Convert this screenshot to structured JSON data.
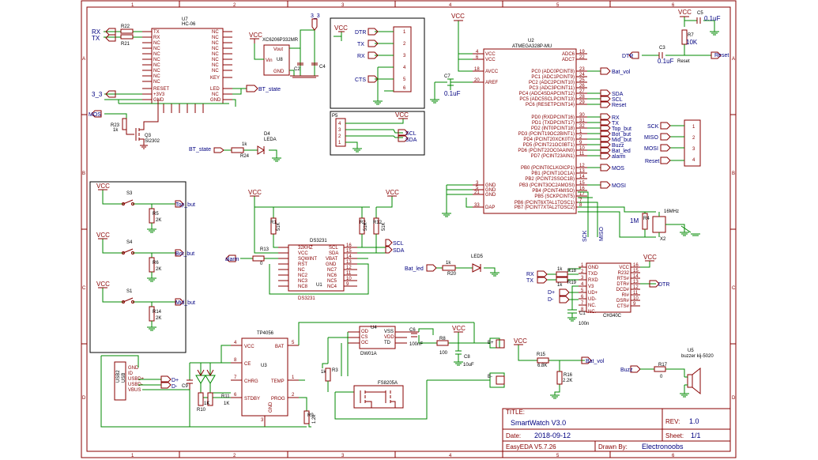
{
  "sheet": {
    "columns": [
      "1",
      "2",
      "3",
      "4",
      "5",
      "6"
    ],
    "rows": [
      "A",
      "B",
      "C",
      "D"
    ]
  },
  "title_block": {
    "title_label": "TITLE:",
    "title": "SmartWatch V3.0",
    "rev_label": "REV:",
    "rev": "1.0",
    "date_label": "Date:",
    "date": "2018-09-12",
    "sheet_label": "Sheet:",
    "sheet": "1/1",
    "tool": "EasyEDA V5.7.26",
    "drawn_label": "Drawn By:",
    "drawn_by": "Electronoobs"
  },
  "bluetooth": {
    "ref": "U7",
    "name": "HC-06",
    "left_pins": [
      "TX",
      "RX",
      "NC",
      "NC",
      "NC",
      "NC",
      "NC",
      "NC",
      "NC",
      "NC",
      "RESET",
      "+3V3",
      "GND"
    ],
    "right_pins": [
      "NC",
      "NC",
      "NC",
      "NC",
      "NC",
      "NC",
      "NC",
      "NC",
      "KEY",
      "LED",
      "NC",
      "GND"
    ],
    "net_rx": "RX",
    "net_tx": "TX",
    "r22": "R22",
    "r21": "R21",
    "net_3v3": "3_3",
    "net_bt_state": "BT_state",
    "net_mos": "MOS",
    "r23": "R23",
    "r23_val": "1k",
    "q3": "Q3",
    "q3_val": "SI2302"
  },
  "regulator": {
    "ref": "U8",
    "name": "XC6206P332MR",
    "pins": [
      "Vout",
      "Vin",
      "GND"
    ],
    "vcc": "VCC",
    "net_3v3": "3_3",
    "c2": "C2",
    "c4": "C4"
  },
  "prog_header": {
    "nets": [
      "DTR",
      "TX",
      "RX",
      "CTS"
    ],
    "vcc": "VCC",
    "pins": [
      "1",
      "2",
      "3",
      "4",
      "5",
      "6"
    ]
  },
  "p5": {
    "ref": "P5",
    "pins": [
      "4",
      "3",
      "2",
      "1"
    ],
    "vcc": "VCC",
    "nets": [
      "SCL",
      "SDA"
    ]
  },
  "bt_led": {
    "net": "BT_state",
    "r": "R24",
    "r_val": "1k",
    "d": "D4",
    "d_val": "LEDA"
  },
  "mcu": {
    "ref": "U2",
    "name": "ATMEGA328P-MU",
    "left_pins": [
      {
        "num": "4",
        "name": "VCC"
      },
      {
        "num": "6",
        "name": "VCC"
      },
      {
        "num": "18",
        "name": "AVCC"
      },
      {
        "num": "20",
        "name": "AREF"
      },
      {
        "num": "3",
        "name": "GND"
      },
      {
        "num": "5",
        "name": "GND"
      },
      {
        "num": "21",
        "name": "GND"
      },
      {
        "num": "33",
        "name": "DAP"
      }
    ],
    "right_pins": [
      {
        "num": "19",
        "name": "ADC6"
      },
      {
        "num": "22",
        "name": "ADC7"
      },
      {
        "num": "23",
        "name": "PC0 (ADC0PCINT8)",
        "net": "Bat_vol"
      },
      {
        "num": "24",
        "name": "PC1 (ADC1PCINT9)",
        "net": ""
      },
      {
        "num": "25",
        "name": "PC2 (ADC2PCINT10)",
        "net": ""
      },
      {
        "num": "26",
        "name": "PC3 (ADC3PCINT11)",
        "net": ""
      },
      {
        "num": "27",
        "name": "PC4 (ADC4SDAPCINT12)",
        "net": "SDA"
      },
      {
        "num": "28",
        "name": "PC5 (ADC5SCLPCINT13)",
        "net": "SCL"
      },
      {
        "num": "29",
        "name": "PC6 (RESETPCINT14)",
        "net": "Reset"
      },
      {
        "num": "30",
        "name": "PD0 (RXDPCINT16)",
        "net": "RX"
      },
      {
        "num": "31",
        "name": "PD1 (TXDPCINT17)",
        "net": "TX"
      },
      {
        "num": "32",
        "name": "PD2 (INT0PCINT18)",
        "net": "Top_but"
      },
      {
        "num": "1",
        "name": "PD3 (PCINT19OC2BINT1)",
        "net": "Bot_but"
      },
      {
        "num": "2",
        "name": "PD4 (PCINT20XCK0T0)",
        "net": "Mid_but"
      },
      {
        "num": "9",
        "name": "PD5 (PCINT21OC0BT1)",
        "net": "Buzz"
      },
      {
        "num": "10",
        "name": "PD6 (PCINT22OC0AAIN0)",
        "net": "Bat_led"
      },
      {
        "num": "11",
        "name": "PD7 (PCINT23AIN1)",
        "net": "alarm"
      },
      {
        "num": "12",
        "name": "PB0 (PCINT0CLKOICP1)",
        "net": "MOS"
      },
      {
        "num": "13",
        "name": "PB1 (PCINT1OC1A)",
        "net": ""
      },
      {
        "num": "14",
        "name": "PB2 (PCINT2SSOC1B)",
        "net": ""
      },
      {
        "num": "15",
        "name": "PB3 (PCINT3OC2AMOSI)",
        "net": "MOSI"
      },
      {
        "num": "16",
        "name": "PB4 (PCINT4MISO)",
        "net": ""
      },
      {
        "num": "17",
        "name": "PB5 (SCKPCINT5)",
        "net": ""
      },
      {
        "num": "7",
        "name": "PB6 (PCINT6XTAL1TOSC1)",
        "net": ""
      },
      {
        "num": "8",
        "name": "PB7 (PCINT7XTAL2TOSC2)",
        "net": ""
      }
    ],
    "vcc": "VCC",
    "c7": "C7",
    "c7_val": "0.1uF",
    "sck": "SCK",
    "miso": "MISO"
  },
  "reset_circuit": {
    "vcc": "VCC",
    "c5": "C5",
    "c5_val": "0.1uF",
    "r7": "R7",
    "r7_val": "10K",
    "c3": "C3",
    "c3_val": "0.1uF",
    "net_dtr": "DTR",
    "net_reset_small": "Reset",
    "net_reset": "Reset"
  },
  "isp_header": {
    "nets": [
      "SCK",
      "MISO",
      "MOSI",
      "Reset"
    ],
    "pins": [
      "1",
      "2",
      "3",
      "4"
    ]
  },
  "crystal": {
    "r": "R4",
    "r_val": "1M",
    "x": "X2",
    "x_val": "16MHz"
  },
  "buttons": [
    {
      "ref": "S3",
      "r": "R5",
      "r_val": "2K",
      "net": "Top_but"
    },
    {
      "ref": "S4",
      "r": "R6",
      "r_val": "2K",
      "net": "Bot_but"
    },
    {
      "ref": "S1",
      "r": "R14",
      "r_val": "2K",
      "net": "Mid_but"
    }
  ],
  "button_vcc": "VCC",
  "rtc": {
    "ref": "U1",
    "name": "DS3231",
    "left_pins": [
      "32KHZ",
      "VCC",
      "SQWINT",
      "RST",
      "NC",
      "NC2",
      "NC3",
      "NC8"
    ],
    "right_pins": [
      {
        "num": "16",
        "name": "SCL"
      },
      {
        "num": "15",
        "name": "SDA"
      },
      {
        "num": "14",
        "name": "VBAT"
      },
      {
        "num": "13",
        "name": "GND"
      },
      {
        "num": "12",
        "name": "NC7"
      },
      {
        "num": "11",
        "name": "NC6"
      },
      {
        "num": "10",
        "name": "NC5"
      },
      {
        "num": "9",
        "name": "NC4"
      }
    ],
    "footer": "DS3231",
    "vcc": "VCC",
    "r1": "R1",
    "r1_val": "51K",
    "r13": "R13",
    "r13_val": "0",
    "r2": "R2",
    "r2_val": "51K",
    "r12": "R12",
    "r12_val": "51K",
    "net_alarm": "alarm",
    "net_scl": "SCL",
    "net_sda": "SDA"
  },
  "bat_led": {
    "net": "Bat_led",
    "r": "R20",
    "r_val": "1k",
    "d": "LED5"
  },
  "usb_uart": {
    "ref": "CH340C",
    "left_pins": [
      {
        "num": "1",
        "name": "GND"
      },
      {
        "num": "2",
        "name": "TXD"
      },
      {
        "num": "3",
        "name": "RXD"
      },
      {
        "num": "4",
        "name": "V3"
      },
      {
        "num": "5",
        "name": "UD+"
      },
      {
        "num": "6",
        "name": "UD-"
      },
      {
        "num": "7",
        "name": "NC."
      },
      {
        "num": "8",
        "name": "NC."
      }
    ],
    "right_pins": [
      {
        "num": "16",
        "name": "VCC"
      },
      {
        "num": "15",
        "name": "R232"
      },
      {
        "num": "14",
        "name": "RTS#"
      },
      {
        "num": "13",
        "name": "DTR#"
      },
      {
        "num": "12",
        "name": "DCD#"
      },
      {
        "num": "11",
        "name": "RI#"
      },
      {
        "num": "10",
        "name": "DSR#"
      },
      {
        "num": "9",
        "name": "CTS#"
      }
    ],
    "r18": "R18",
    "r19": "R19",
    "r_val": "1k",
    "net_rx": "RX",
    "net_tx": "TX",
    "net_dp": "D+",
    "net_dm": "D-",
    "c1": "C1",
    "c1_val": "100n",
    "vcc": "VCC",
    "net_dtr": "DTR"
  },
  "charger": {
    "ref": "U3",
    "name": "TP4056",
    "left_pins": [
      {
        "num": "4",
        "name": "VCC"
      },
      {
        "num": "8",
        "name": "CE"
      },
      {
        "num": "7",
        "name": "CHRG"
      },
      {
        "num": "6",
        "name": "STDBY"
      }
    ],
    "right_pins": [
      {
        "num": "5",
        "name": "BAT"
      },
      {
        "num": "1",
        "name": "TEMP"
      },
      {
        "num": "2",
        "name": "PROG"
      }
    ],
    "bottom_pin": {
      "num": "3",
      "name": "GND"
    },
    "usb_ref": "USB2",
    "usb_name": "USB",
    "usb_pins": [
      "GND",
      "ID",
      "USBD+",
      "USBD-",
      "VBUS"
    ],
    "net_dp": "D+",
    "net_dm": "D-",
    "c9": "C9",
    "r10": "R10",
    "r10_val": "1K",
    "r11": "R11",
    "r11_val": "1K",
    "r9": "R9",
    "r9_val": "1.2k"
  },
  "protection": {
    "u4": "U4",
    "u4_name": "DW01A",
    "u4_left": [
      "OD",
      "CS",
      "OC"
    ],
    "u4_right": [
      "VSS",
      "VDD",
      "TD"
    ],
    "c6": "C6",
    "c6_val": "100nF",
    "r8": "R8",
    "r8_val": "100",
    "c8": "C8",
    "c8_val": "10uF",
    "r3": "R3",
    "r3_val": "1k",
    "mos": "FS8205A",
    "vcc": "VCC",
    "bat_plus": "B+",
    "bat_minus": "B-"
  },
  "bat_monitor": {
    "vcc": "VCC",
    "r15": "R15",
    "r15_val": "6.8K",
    "r16": "R16",
    "r16_val": "2.2K",
    "net": "Bat_vol"
  },
  "buzzer": {
    "ref": "U5",
    "name": "buzzer kij-5020",
    "net": "Buzz",
    "r": "R17",
    "r_val": "0"
  }
}
